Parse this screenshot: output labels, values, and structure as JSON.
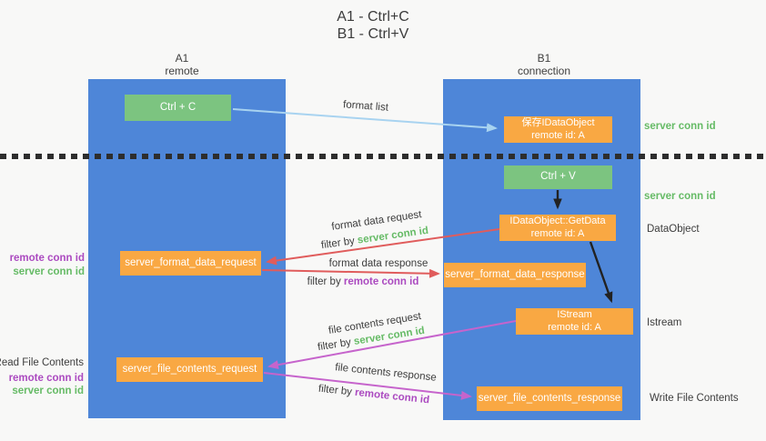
{
  "title": {
    "line1": "A1 - Ctrl+C",
    "line2": "B1 - Ctrl+V"
  },
  "columns": {
    "a": {
      "name": "A1",
      "subtitle": "remote"
    },
    "b": {
      "name": "B1",
      "subtitle": "connection"
    }
  },
  "boxes": {
    "ctrl_c": {
      "label": "Ctrl + C"
    },
    "ctrl_v": {
      "label": "Ctrl + V"
    },
    "save_dataobject": {
      "line1": "保存IDataObject",
      "line2": "remote id: A"
    },
    "getdata": {
      "line1": "IDataObject::GetData",
      "line2": "remote id: A"
    },
    "istream": {
      "line1": "IStream",
      "line2": "remote id: A"
    },
    "format_request": {
      "label": "server_format_data_request"
    },
    "format_response": {
      "label": "server_format_data_response"
    },
    "file_request": {
      "label": "server_file_contents_request"
    },
    "file_response": {
      "label": "server_file_contents_response"
    }
  },
  "arrow_labels": {
    "format_list": "format list",
    "format_data_request": "format data request",
    "format_data_response": "format data response",
    "file_contents_request": "file contents request",
    "file_contents_response": "file contents response",
    "filter_by": "filter by",
    "server_conn_id": "server conn id",
    "remote_conn_id": "remote conn id"
  },
  "side_labels": {
    "server_conn_id_right_top": "server conn id",
    "server_conn_id_right_mid": "server conn id",
    "dataobject": "DataObject",
    "istream": "Istream",
    "write_file_contents": "Write File Contents",
    "remote_conn_id_left_1": "remote conn id",
    "server_conn_id_left_1": "server conn id",
    "read_file_contents": "Read File Contents",
    "remote_conn_id_left_2": "remote conn id",
    "server_conn_id_left_2": "server conn id"
  },
  "colors": {
    "bg": "#f8f8f7",
    "column_blue": "#4e86d8",
    "box_green": "#7cc480",
    "box_orange": "#f9a843",
    "text_green": "#66bb66",
    "text_purple": "#ab4ac0",
    "arrow_red": "#e05c5c",
    "arrow_magenta": "#c664cc",
    "arrow_blue": "#a8d3f0",
    "arrow_black": "#222222"
  }
}
